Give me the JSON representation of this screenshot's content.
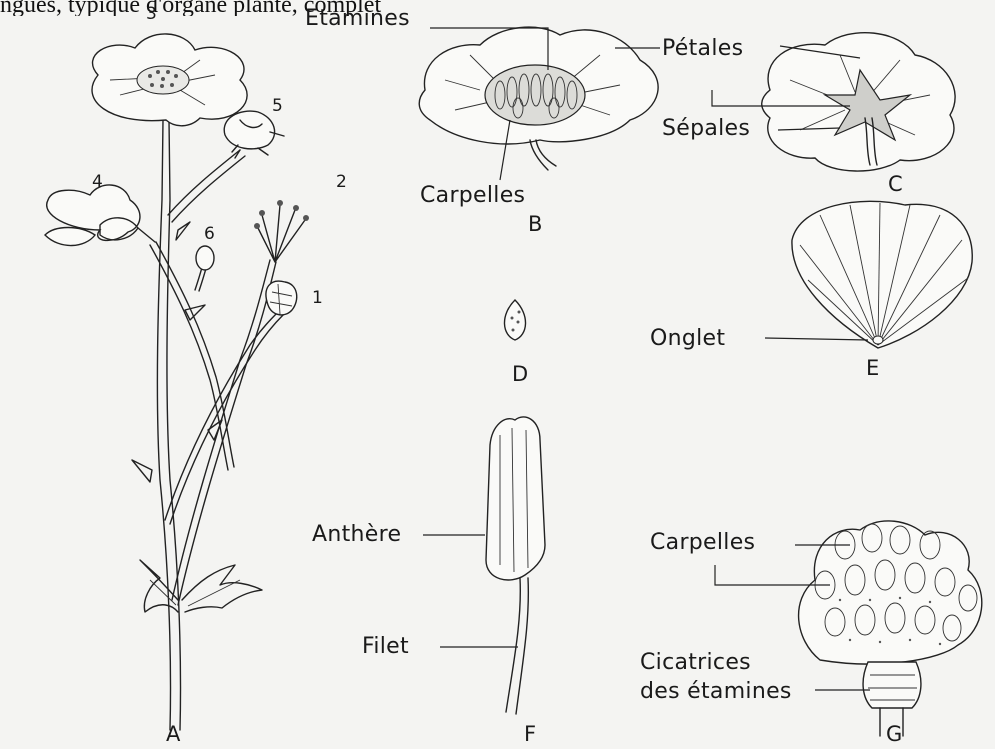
{
  "header_fragment": "ngues, typique d'organe plante, complet",
  "labels": {
    "etamines": "Etamines",
    "petales": "Pétales",
    "sepales": "Sépales",
    "carpelles_b": "Carpelles",
    "onglet": "Onglet",
    "anthere": "Anthère",
    "filet": "Filet",
    "carpelles_g": "Carpelles",
    "cicatrices_1": "Cicatrices",
    "cicatrices_2": "des étamines"
  },
  "figure_letters": {
    "A": "A",
    "B": "B",
    "C": "C",
    "D": "D",
    "E": "E",
    "F": "F",
    "G": "G"
  },
  "flower_numbers": {
    "n1": "1",
    "n2": "2",
    "n3": "3",
    "n4": "4",
    "n5": "5",
    "n6": "6"
  }
}
